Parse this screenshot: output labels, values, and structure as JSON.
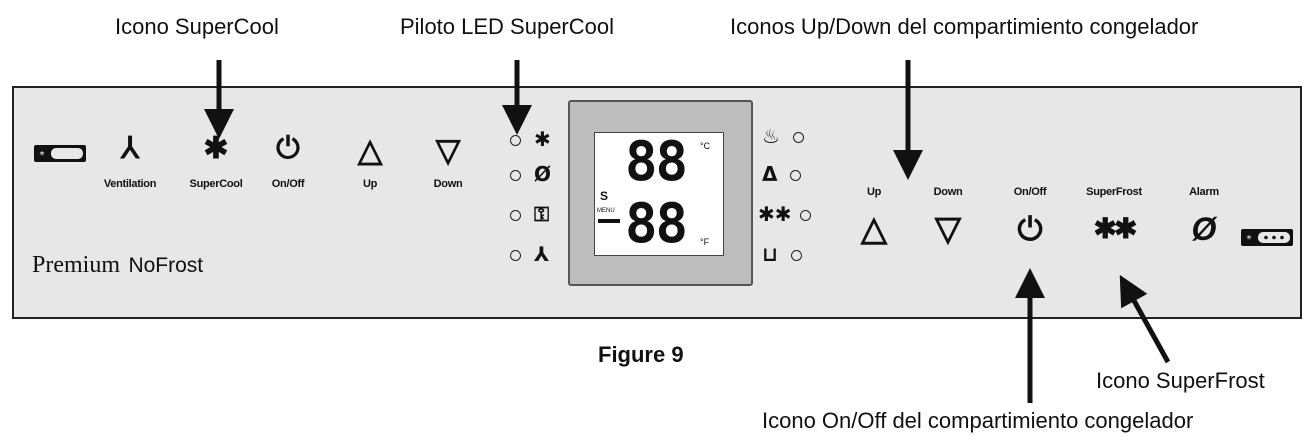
{
  "callouts": {
    "supercool_icon": "Icono SuperCool",
    "supercool_led": "Piloto LED SuperCool",
    "freezer_updown": "Iconos Up/Down del compartimiento congelador",
    "superfrost_icon": "Icono SuperFrost",
    "freezer_onoff": "Icono On/Off del compartimiento congelador"
  },
  "panel": {
    "brand": "Premium",
    "model": "NoFrost",
    "fridge_buttons": [
      {
        "label": "Ventilation",
        "icon": "fan-icon",
        "glyph": "⅄"
      },
      {
        "label": "SuperCool",
        "icon": "snowflake-icon",
        "glyph": "✱"
      },
      {
        "label": "On/Off",
        "icon": "power-icon",
        "glyph": "⏻"
      },
      {
        "label": "Up",
        "icon": "triangle-up-icon",
        "glyph": "△"
      },
      {
        "label": "Down",
        "icon": "triangle-down-icon",
        "glyph": "▽"
      }
    ],
    "freezer_buttons": [
      {
        "label": "Up",
        "icon": "triangle-up-icon",
        "glyph": "△"
      },
      {
        "label": "Down",
        "icon": "triangle-down-icon",
        "glyph": "▽"
      },
      {
        "label": "On/Off",
        "icon": "power-icon",
        "glyph": "⏻"
      },
      {
        "label": "SuperFrost",
        "icon": "double-snowflake-icon",
        "glyph": "✱✱"
      },
      {
        "label": "Alarm",
        "icon": "alarm-off-icon",
        "glyph": "Ø"
      }
    ],
    "left_leds": [
      "✱",
      "Ø",
      "⚿",
      "⅄"
    ],
    "right_leds": [
      "♨",
      "Δ",
      "✱✱",
      "⊔"
    ],
    "display": {
      "top_digits": "88",
      "bottom_digits": "88",
      "unit_c": "°C",
      "unit_f": "°F",
      "s_label": "S",
      "menu_label": "MENU"
    }
  },
  "caption": "Figure 9"
}
